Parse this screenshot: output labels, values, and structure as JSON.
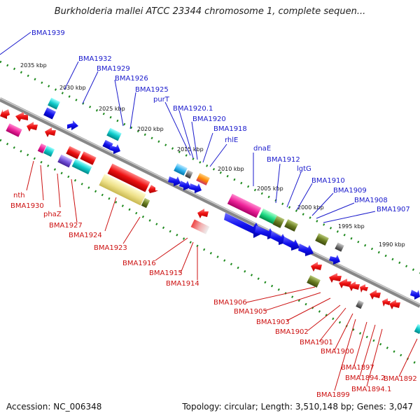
{
  "title": "Burkholderia mallei ATCC 23344 chromosome 1, complete sequen...",
  "accession": "Accession: NC_006348",
  "topology": "Topology: circular; Length: 3,510,148 bp; Genes: 3,047",
  "colors": {
    "forward_label": "#1a1acc",
    "reverse_label": "#cc1111",
    "backbone": "#777777",
    "tick": "#1e8a1e"
  },
  "kbp_labels": [
    "2035 kbp",
    "2030 kbp",
    "2025 kbp",
    "2020 kbp",
    "2015 kbp",
    "2010 kbp",
    "2005 kbp",
    "2000 kbp",
    "1995 kbp",
    "1990 kbp"
  ],
  "forward_genes": [
    "BMA1939",
    "BMA1932",
    "BMA1929",
    "BMA1926",
    "BMA1925",
    "purT",
    "BMA1920.1",
    "BMA1920",
    "BMA1918",
    "rhlE",
    "dnaE",
    "BMA1912",
    "lgtG",
    "BMA1910",
    "BMA1909",
    "BMA1908",
    "BMA1907"
  ],
  "reverse_genes": [
    "nth",
    "BMA1930",
    "phaZ",
    "BMA1927",
    "BMA1924",
    "BMA1923",
    "BMA1916",
    "BMA1915",
    "BMA1914",
    "BMA1906",
    "BMA1905",
    "BMA1903",
    "BMA1902",
    "BMA1901",
    "BMA1900",
    "BMA1897",
    "BMA1894.2",
    "BMA1899",
    "BMA1894.1",
    "BMA1892"
  ]
}
